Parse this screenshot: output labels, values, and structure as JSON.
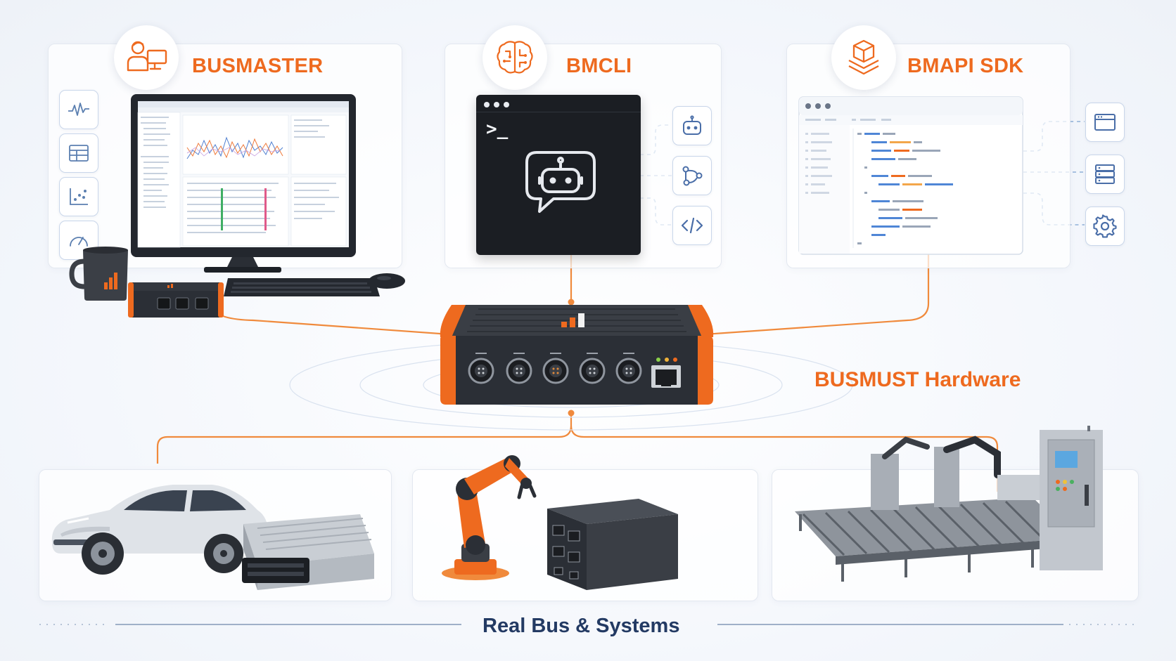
{
  "sections": {
    "busmaster": {
      "title": "BUSMASTER",
      "main_icon": "user-workstation-icon",
      "side_icons": [
        "waveform-icon",
        "table-icon",
        "scatter-plot-icon",
        "gauge-icon"
      ]
    },
    "bmcli": {
      "title": "BMCLI",
      "main_icon": "brain-circuit-icon",
      "prompt": ">_",
      "center_icon": "chat-robot-icon",
      "side_icons": [
        "robot-icon",
        "workflow-icon",
        "code-icon"
      ]
    },
    "bmapi": {
      "title": "BMAPI SDK",
      "main_icon": "cube-stack-icon",
      "side_icons": [
        "window-icon",
        "server-icon",
        "gear-icon"
      ]
    }
  },
  "hardware": {
    "label": "BUSMUST Hardware"
  },
  "systems": {
    "label": "Real Bus & Systems",
    "items": [
      "automotive-car-ecu",
      "industrial-robot-arm",
      "factory-conveyor-line"
    ]
  },
  "colors": {
    "accent": "#ee6a1f",
    "dark_text": "#233a63",
    "line": "#f08a3c",
    "dashed": "#8fb0d8",
    "device_dark": "#2b2f36"
  }
}
